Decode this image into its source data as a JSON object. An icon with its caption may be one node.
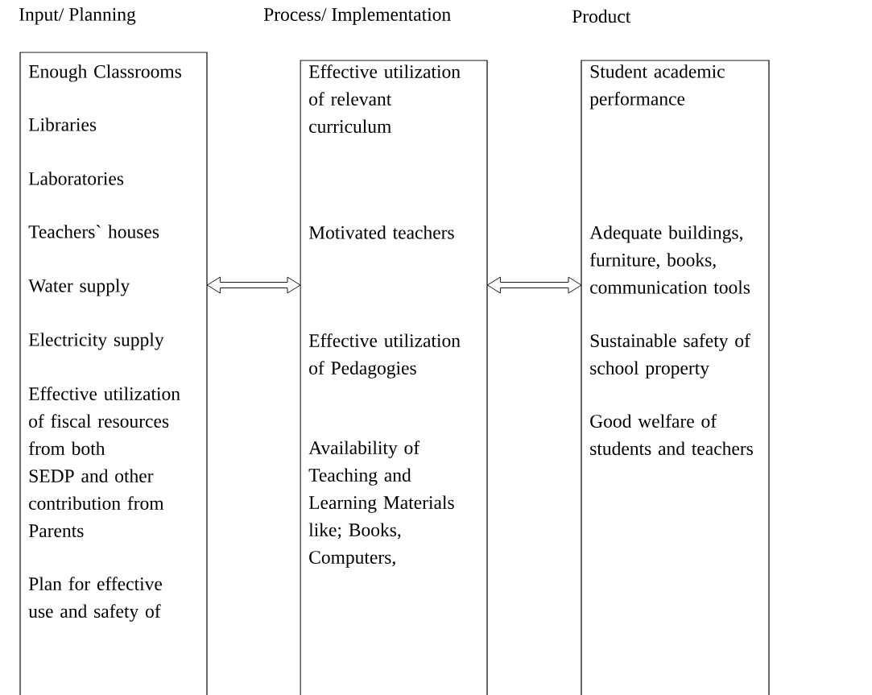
{
  "diagram": {
    "nodes": [
      {
        "text": [
          "Input/ Planning",
          "Enough Classrooms",
          "Libraries",
          "Laboratories",
          "Teachers` houses",
          "Water supply",
          "Electricity supply",
          "Effective utilization of fiscal resources from both SEDP and other contribution from Parents",
          "Plan for effective use and safety of"
        ]
      },
      {
        "text": [
          "Process/ Implementation",
          "Effective utilization of relevant curriculum",
          "Motivated teachers",
          "Effective utilization of Pedagogies",
          "Availability of Teaching and Learning Materials like; Books, Computers,"
        ]
      },
      {
        "text": [
          "Product",
          "Student academic performance",
          "Adequate buildings, furniture, books, communication tools",
          "Sustainable safety of school property",
          "Good welfare of students and teachers"
        ]
      }
    ],
    "edges": [
      {
        "from": 0,
        "to": 1,
        "arrow": "both"
      },
      {
        "from": 1,
        "to": 2,
        "arrow": "both"
      }
    ]
  }
}
